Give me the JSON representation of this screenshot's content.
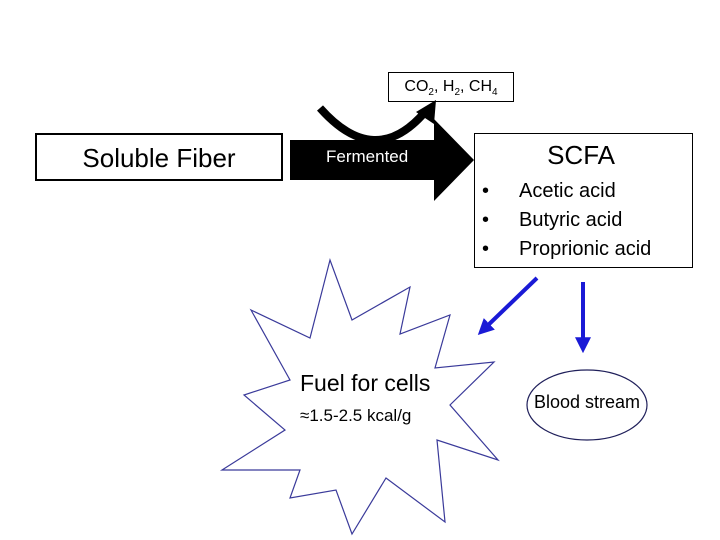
{
  "gases": {
    "parts": [
      {
        "base": "CO",
        "sub": "2",
        "sep": ", "
      },
      {
        "base": "H",
        "sub": "2",
        "sep": ", "
      },
      {
        "base": "CH",
        "sub": "4",
        "sep": ""
      }
    ]
  },
  "source": {
    "label": "Soluble Fiber"
  },
  "process": {
    "label": "Fermented"
  },
  "scfa": {
    "title": "SCFA",
    "bullet": "•",
    "items": [
      "Acetic acid",
      "Butyric acid",
      "Proprionic acid"
    ]
  },
  "fuel": {
    "title": "Fuel for cells",
    "energy": "≈1.5-2.5 kcal/g"
  },
  "blood": {
    "label": "Blood stream"
  },
  "colors": {
    "arrow_blue": "#1a1ad6",
    "star_border": "#3a3a9a",
    "black": "#000000"
  }
}
